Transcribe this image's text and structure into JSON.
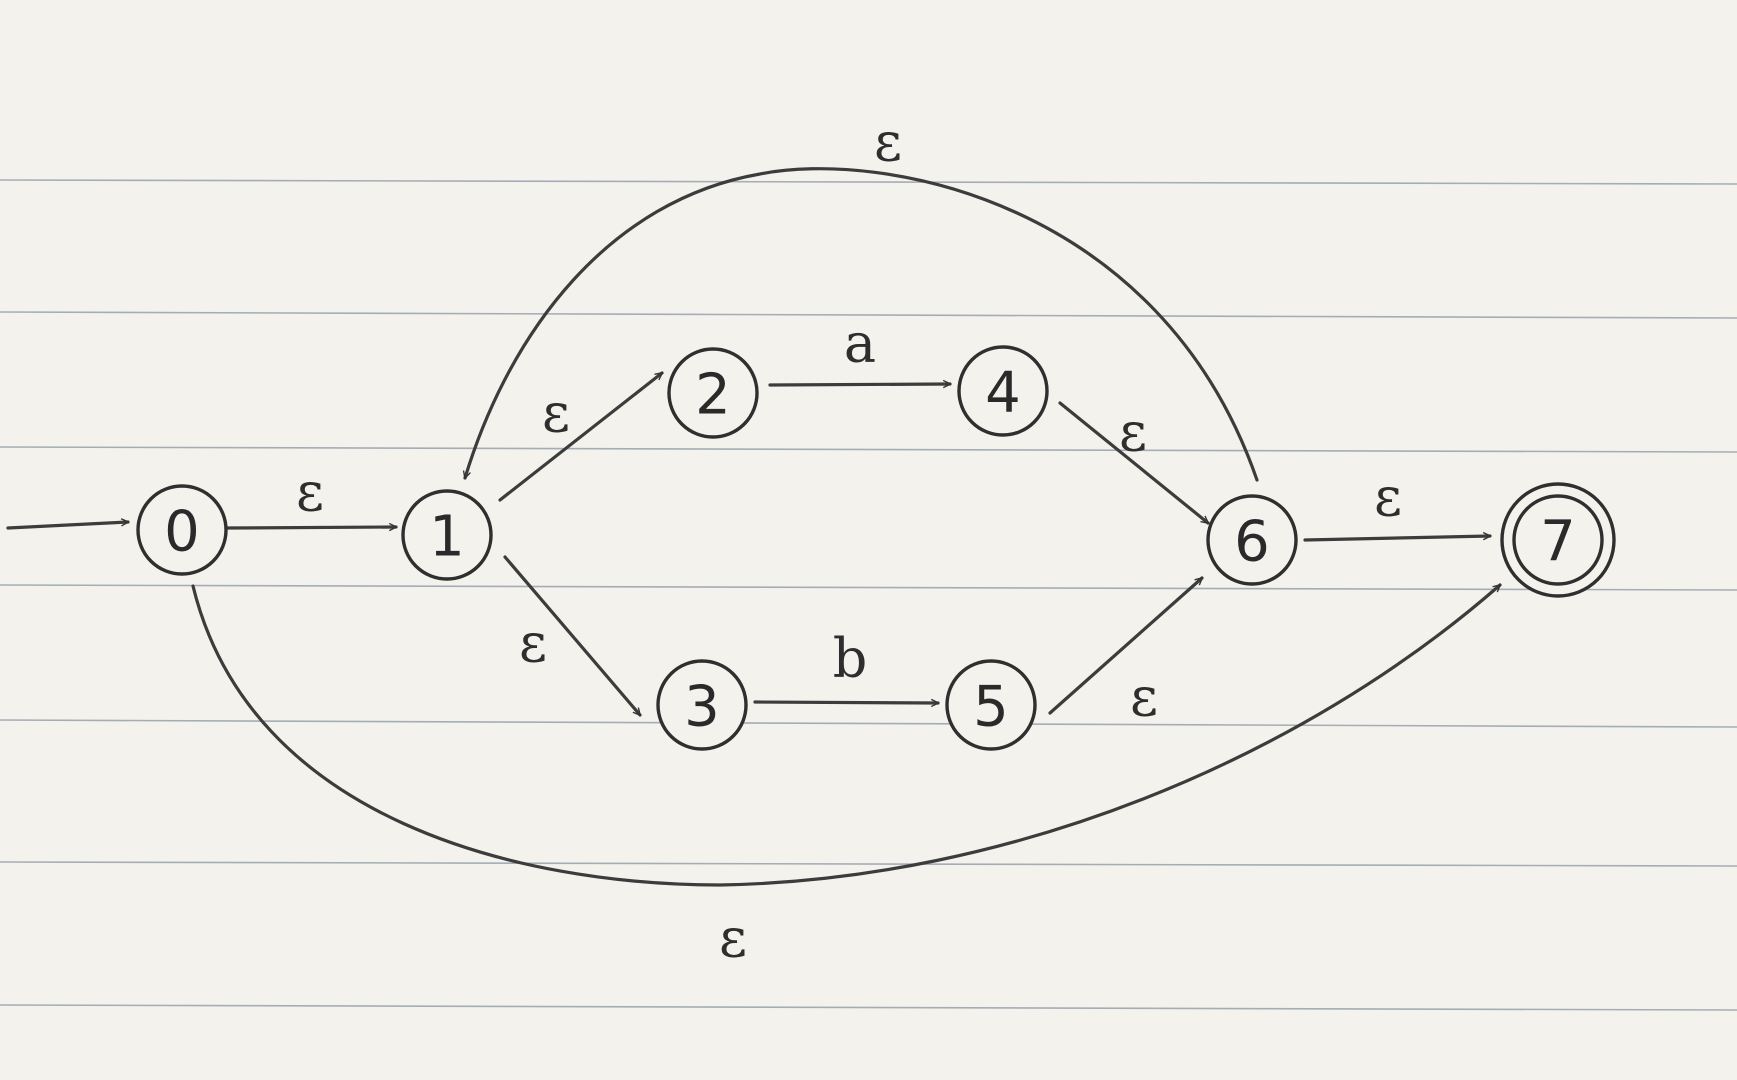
{
  "states": [
    {
      "id": "0",
      "label": "0",
      "accepting": false
    },
    {
      "id": "1",
      "label": "1",
      "accepting": false
    },
    {
      "id": "2",
      "label": "2",
      "accepting": false
    },
    {
      "id": "3",
      "label": "3",
      "accepting": false
    },
    {
      "id": "4",
      "label": "4",
      "accepting": false
    },
    {
      "id": "5",
      "label": "5",
      "accepting": false
    },
    {
      "id": "6",
      "label": "6",
      "accepting": false
    },
    {
      "id": "7",
      "label": "7",
      "accepting": true
    }
  ],
  "start_state": "0",
  "transitions": [
    {
      "from": "0",
      "to": "1",
      "label": "ε"
    },
    {
      "from": "1",
      "to": "2",
      "label": "ε"
    },
    {
      "from": "1",
      "to": "3",
      "label": "ε"
    },
    {
      "from": "2",
      "to": "4",
      "label": "a"
    },
    {
      "from": "3",
      "to": "5",
      "label": "b"
    },
    {
      "from": "4",
      "to": "6",
      "label": "ε"
    },
    {
      "from": "5",
      "to": "6",
      "label": "ε"
    },
    {
      "from": "6",
      "to": "7",
      "label": "ε"
    },
    {
      "from": "6",
      "to": "1",
      "label": "ε"
    },
    {
      "from": "0",
      "to": "7",
      "label": "ε"
    }
  ],
  "colors": {
    "ink": "#2f2f2f",
    "paper": "#f4f2ed",
    "ruled_line": "#8a96a3"
  }
}
